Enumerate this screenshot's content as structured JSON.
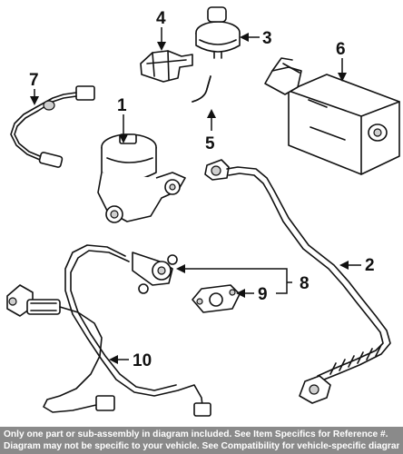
{
  "callouts": {
    "c1": "1",
    "c2": "2",
    "c3": "3",
    "c4": "4",
    "c5": "5",
    "c6": "6",
    "c7": "7",
    "c8": "8",
    "c9": "9",
    "c10": "10"
  },
  "footer": {
    "line1": "Only one part or sub-assembly in diagram included. See Item Specifics for Reference #.",
    "line2": "Diagram may not be specific to your vehicle. See Compatibility for vehicle-specific diagrams."
  }
}
